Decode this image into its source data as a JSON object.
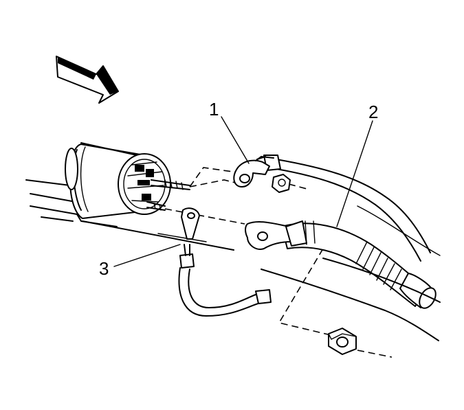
{
  "callouts": [
    {
      "id": "1",
      "label": "1"
    },
    {
      "id": "2",
      "label": "2"
    },
    {
      "id": "3",
      "label": "3"
    }
  ],
  "icons": {
    "direction_arrow": "front-direction-arrow-icon",
    "nut": "hex-nut-icon"
  },
  "colors": {
    "line": "#000000",
    "background": "#ffffff"
  }
}
